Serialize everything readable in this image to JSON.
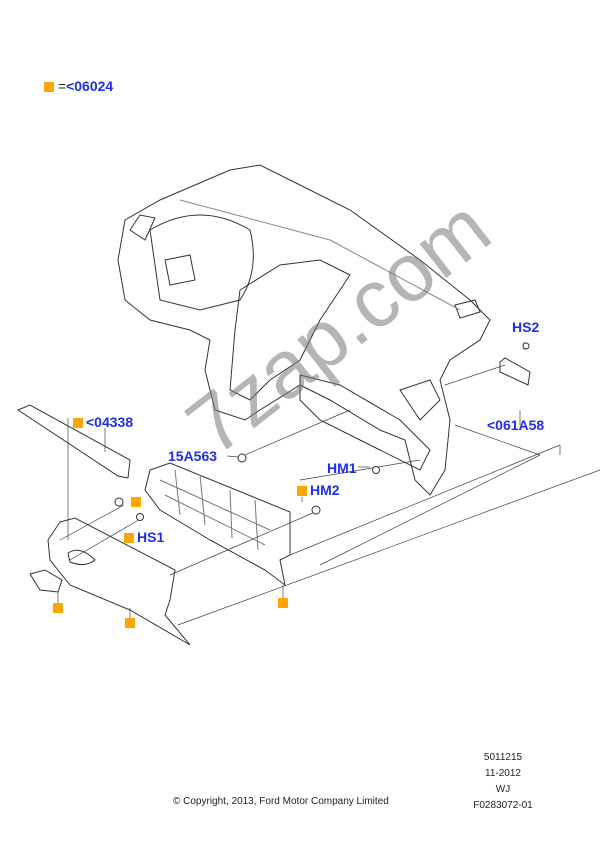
{
  "legend": {
    "equals": "=",
    "code": "<06024",
    "color": "#ffa500"
  },
  "labels": {
    "hs2": "HS2",
    "r061a58": "<061A58",
    "r04338": "<04338",
    "p15a563": "15A563",
    "hm1": "HM1",
    "hm2": "HM2",
    "hs1": "HS1"
  },
  "watermark": "7zap.com",
  "meta": {
    "line1": "5011215",
    "line2": "11-2012",
    "line3": "WJ",
    "line4": "F0283072-01"
  },
  "copyright": "© Copyright, 2013, Ford Motor Company Limited",
  "colors": {
    "label": "#1f2ee8",
    "marker": "#ffa500"
  }
}
